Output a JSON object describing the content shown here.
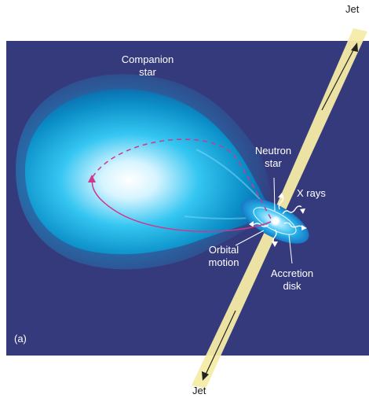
{
  "panel_label": "(a)",
  "labels": {
    "companion_star": [
      "Companion",
      "star"
    ],
    "neutron_star": [
      "Neutron",
      "star"
    ],
    "x_rays": "X rays",
    "orbital_motion": [
      "Orbital",
      "motion"
    ],
    "accretion_disk": [
      "Accretion",
      "disk"
    ],
    "jet_top": "Jet",
    "jet_bottom": "Jet"
  },
  "colors": {
    "background": "#343a7c",
    "jet": "#f6eba6",
    "companion_core": "#ffffff",
    "companion_outer": "#0aa3d8",
    "orbit_path": "#d0378a",
    "disk": "#27b4ec"
  }
}
